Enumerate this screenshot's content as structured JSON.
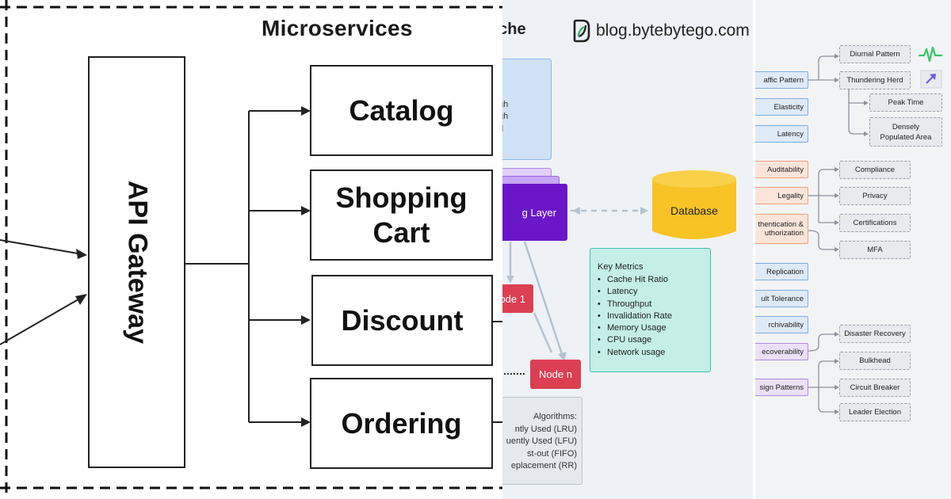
{
  "microservices": {
    "title": "Microservices",
    "gateway_label": "API Gateway",
    "services": [
      "Catalog",
      "Shopping\nCart",
      "Discount",
      "Ordering"
    ]
  },
  "cache": {
    "title": "ache",
    "blog": "blog.bytebytego.com",
    "strategy_fragments": [
      "gh",
      "gh",
      "d"
    ],
    "caching_layer": "g Layer",
    "database": "Database",
    "node1": "ode 1",
    "noden": "Node n",
    "metrics_title": "Key Metrics",
    "metrics": [
      "Cache Hit Ratio",
      "Latency",
      "Throughput",
      "Invalidation Rate",
      "Memory Usage",
      "CPU usage",
      "Network usage"
    ],
    "eviction": [
      "Algorithms:",
      "ntly Used (LRU)",
      "uently Used (LFU)",
      "st-out (FIFO)",
      "eplacement (RR)"
    ]
  },
  "tree": {
    "left": [
      {
        "label": "affic Pattern",
        "color": "blue"
      },
      {
        "label": "Elasticity",
        "color": "blue"
      },
      {
        "label": "Latency",
        "color": "blue"
      },
      {
        "label": "Auditability",
        "color": "orange"
      },
      {
        "label": "Legality",
        "color": "orange"
      },
      {
        "label": "thentication &\nuthorization",
        "color": "orange"
      },
      {
        "label": "Replication",
        "color": "blue"
      },
      {
        "label": "ult Tolerance",
        "color": "blue"
      },
      {
        "label": "rchivability",
        "color": "blue"
      },
      {
        "label": "ecoverability",
        "color": "purple"
      },
      {
        "label": "sign Patterns",
        "color": "purple"
      }
    ],
    "right": [
      "Diurnal Pattern",
      "Thundering Herd",
      "Peak Time",
      "Densely\nPopulated Area",
      "Compliance",
      "Privacy",
      "Certifications",
      "MFA",
      "Disaster Recovery",
      "Bulkhead",
      "Circuit Breaker",
      "Leader Election"
    ],
    "icon_colors": {
      "pulse": "#3cc46a",
      "arrow": "#6b5fd6"
    }
  }
}
